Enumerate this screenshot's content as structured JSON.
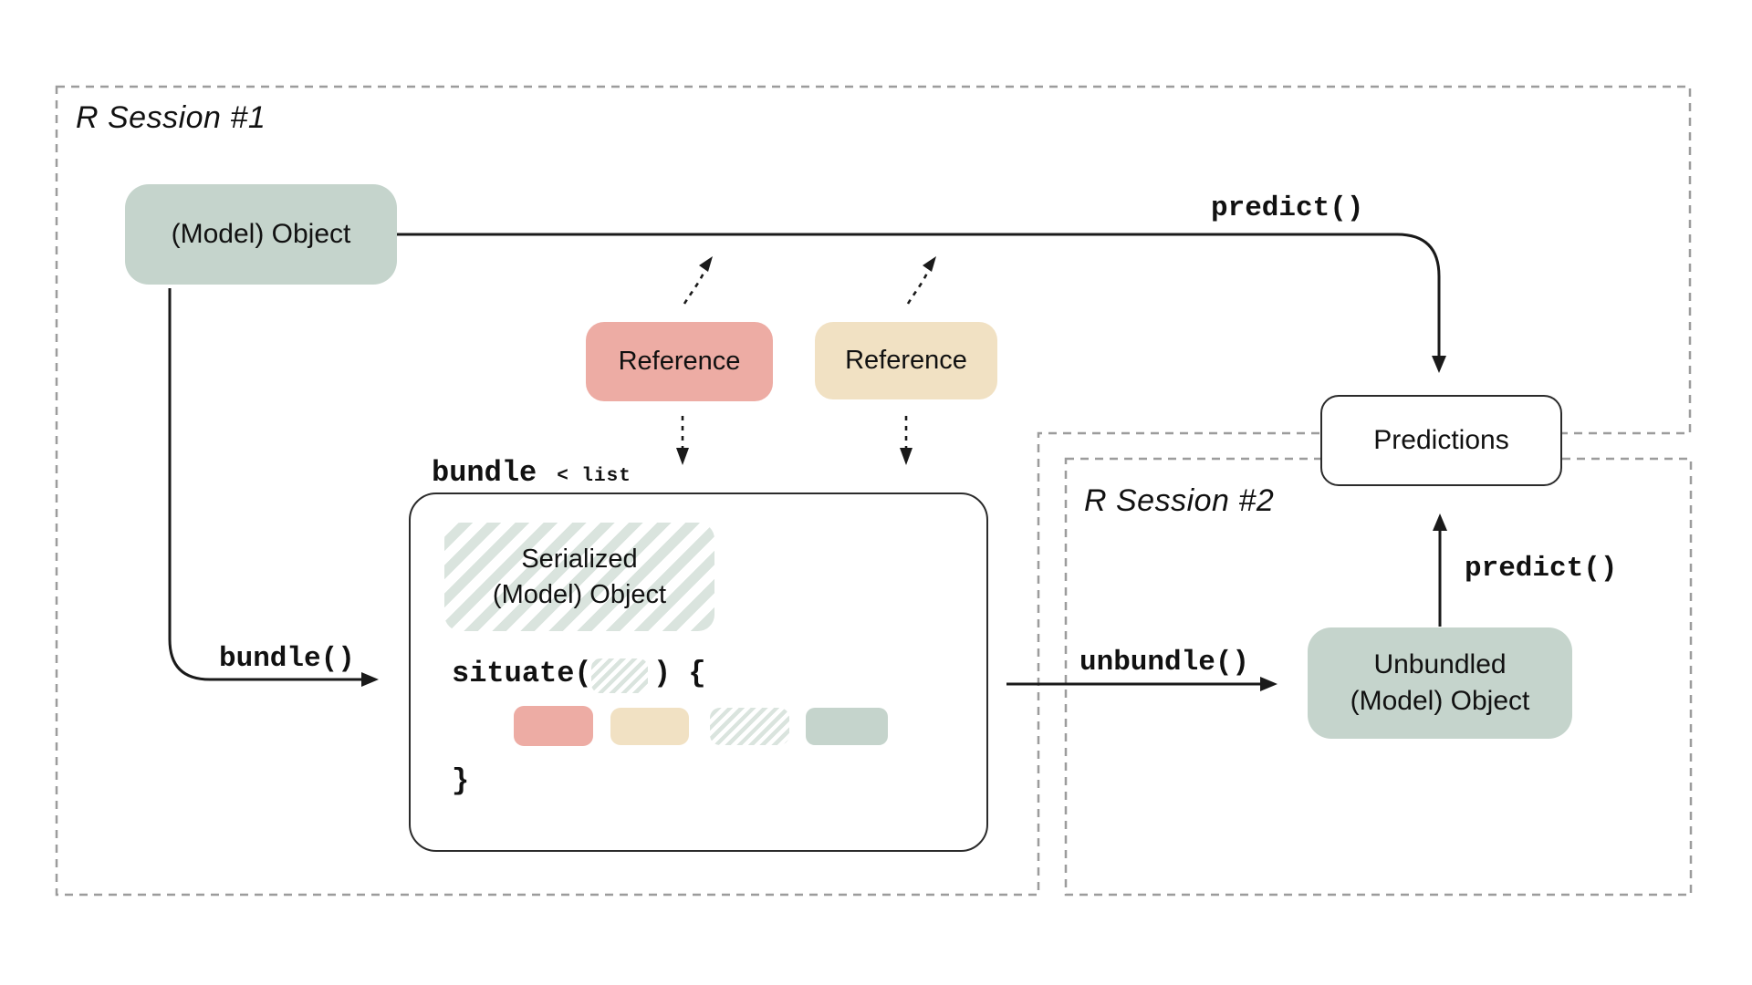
{
  "colors": {
    "ink": "#1a1a1a",
    "dash": "#9c9c9c",
    "green": "#c5d4cc",
    "pink": "#edaca4",
    "tan": "#f1e1c3",
    "stripe": "#dae4de",
    "paper": "#ffffff"
  },
  "session1": {
    "label": "R Session #1"
  },
  "session2": {
    "label": "R Session #2"
  },
  "nodes": {
    "model_object": "(Model) Object",
    "reference_pink": "Reference",
    "reference_tan": "Reference",
    "serialized_line1": "Serialized",
    "serialized_line2": "(Model) Object",
    "predictions": "Predictions",
    "unbundled_line1": "Unbundled",
    "unbundled_line2": "(Model) Object"
  },
  "labels": {
    "predict_top": "predict()",
    "predict_right": "predict()",
    "bundle_fn": "bundle()",
    "unbundle_fn": "unbundle()",
    "bundle_var": "bundle",
    "bundle_type": "< list",
    "situate_open": "situate(",
    "situate_close": ") {",
    "closing_brace": "}"
  }
}
